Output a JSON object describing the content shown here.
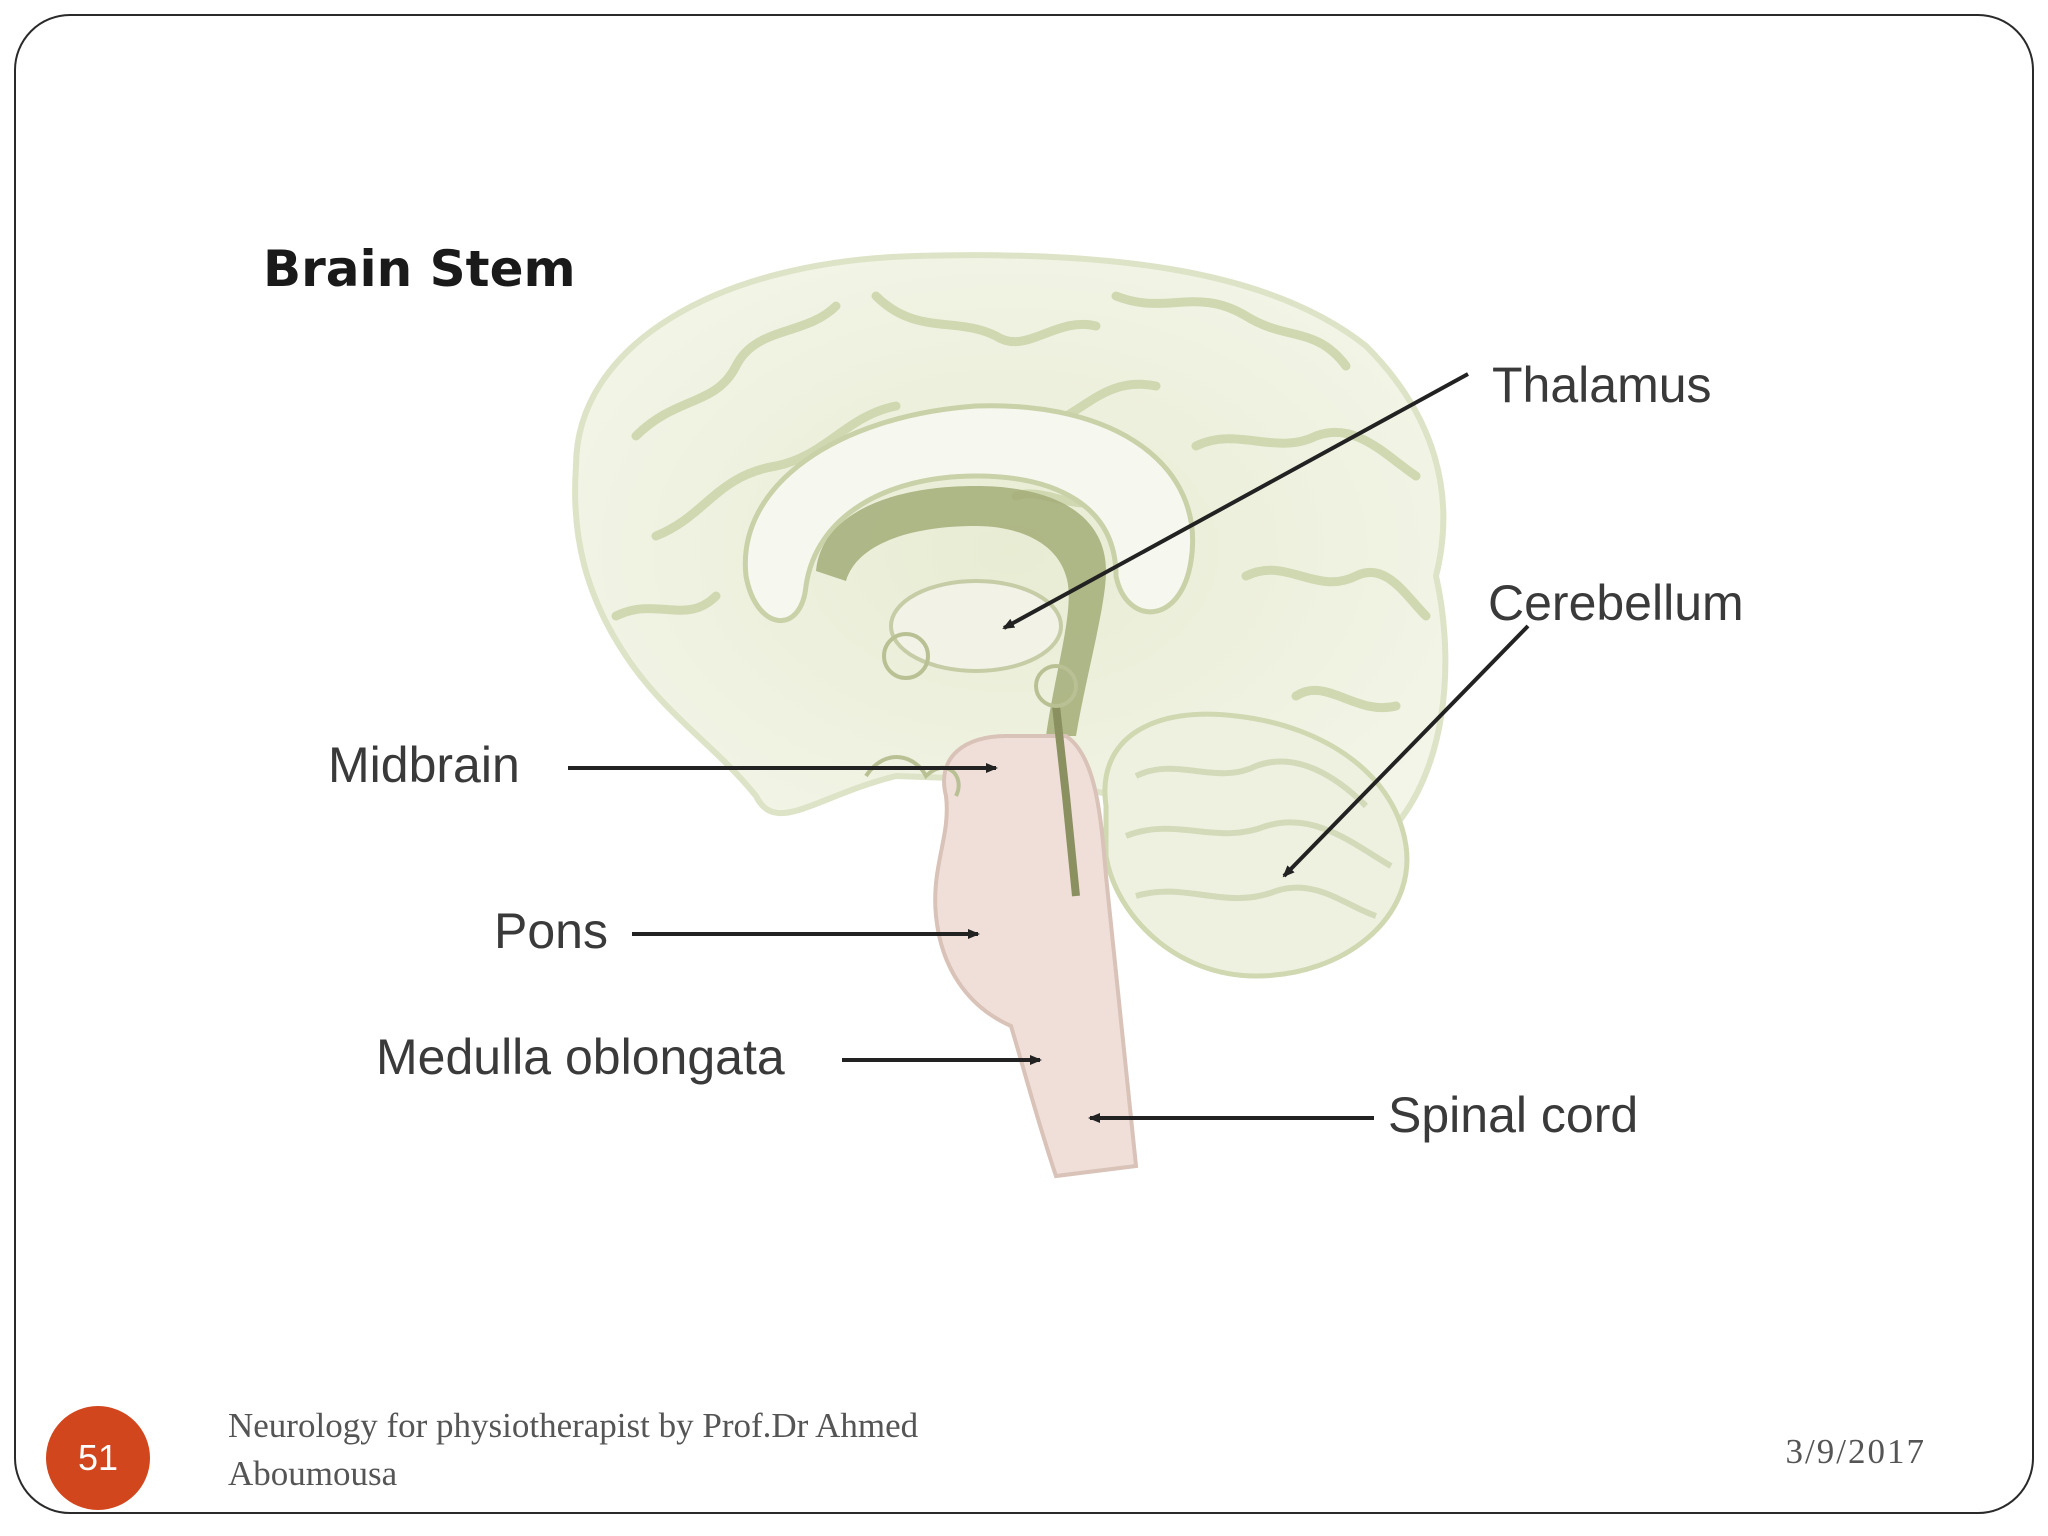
{
  "diagram": {
    "title": "Brain Stem",
    "labels": {
      "thalamus": "Thalamus",
      "cerebellum": "Cerebellum",
      "midbrain": "Midbrain",
      "pons": "Pons",
      "medulla": "Medulla oblongata",
      "spinal_cord": "Spinal cord"
    },
    "colors": {
      "cerebrum": "#eef1df",
      "sulci": "#d4dcb9",
      "ventricle": "#a3ad78",
      "brainstem": "#f0dfd8",
      "arrow": "#222222"
    }
  },
  "footer": {
    "slide_number": "51",
    "text": "Neurology for physiotherapist by Prof.Dr Ahmed Aboumousa",
    "date": "3/9/2017",
    "badge_color": "#d2461e"
  }
}
